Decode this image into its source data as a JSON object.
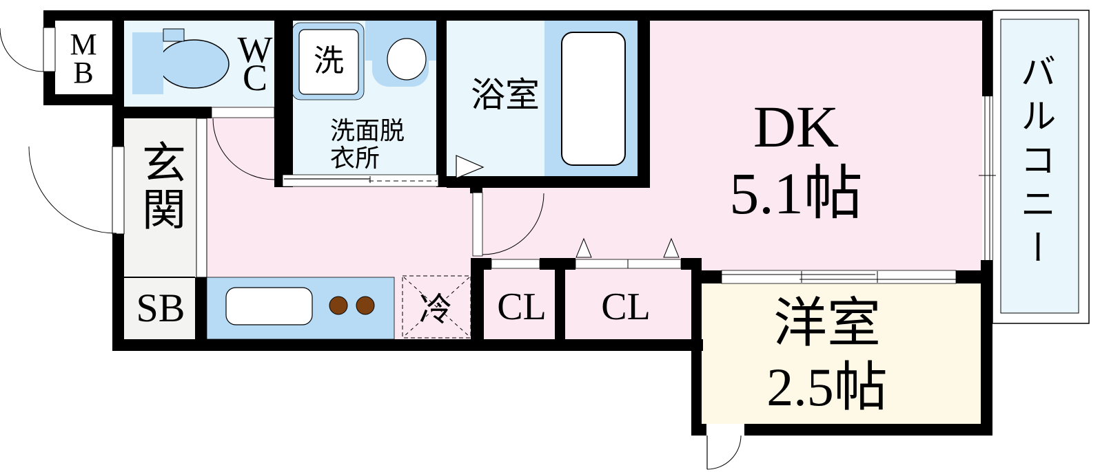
{
  "page": {
    "type": "apartment-floor-plan"
  },
  "colors": {
    "wall": "#000000",
    "room_pink": "#fce8f0",
    "room_blue_light": "#e9f6fb",
    "fixture_blue": "#b7dbf5",
    "room_cream": "#fdf9e6",
    "room_gray": "#f3f3f1",
    "burner_brown": "#7b3f10"
  },
  "rooms": {
    "meter_box": {
      "lines": [
        "M",
        "B"
      ]
    },
    "toilet": {
      "lines": [
        "W",
        "C"
      ]
    },
    "washer": {
      "label": "洗"
    },
    "washroom": {
      "lines": [
        "洗面脱",
        "衣所"
      ]
    },
    "bathroom": {
      "label": "浴室"
    },
    "dining_kitchen": {
      "name": "DK",
      "area": "5.1帖"
    },
    "balcony": {
      "label": "バルコニー"
    },
    "entrance": {
      "label": "玄関"
    },
    "shoe_box": {
      "label": "SB"
    },
    "refrigerator": {
      "label": "冷"
    },
    "closet_left": {
      "label": "CL"
    },
    "closet_right": {
      "label": "CL"
    },
    "western_room": {
      "name": "洋室",
      "area": "2.5帖"
    }
  }
}
